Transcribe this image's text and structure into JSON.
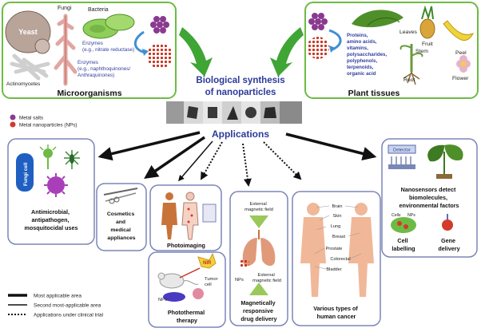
{
  "microorganisms": {
    "title": "Microorganisms",
    "yeast": "Yeast",
    "fungi": "Fungi",
    "bacteria": "Bacteria",
    "actinomycetes": "Actinomycetes",
    "enzymes_1": [
      "Enzymes",
      "(e.g., nitrate reductase)"
    ],
    "enzymes_2": [
      "Enzymes",
      "(e.g., naphthoquinones/",
      "Anthraquinones)"
    ]
  },
  "plants": {
    "title": "Plant tissues",
    "compounds": [
      "Proteins,",
      "amino acids,",
      "vitamins,",
      "polysaccharides,",
      "polyphenols,",
      "terpenoids,",
      "organic acid"
    ],
    "leaves": "Leaves",
    "fruit": "Fruit",
    "stem": "Stem",
    "peel": "Peel",
    "root": "Root",
    "flower": "Flower"
  },
  "center": {
    "title_line1": "Biological synthesis",
    "title_line2": "of nanoparticles",
    "applications": "Applications"
  },
  "legend_top": {
    "metal_salts": "Metal salts",
    "metal_nps": "Metal nanoparticles (NPs)"
  },
  "apps": {
    "antimicrobial": {
      "badge": "Fungi cell",
      "label": [
        "Antimicrobial,",
        "antipathogen,",
        "mosquitocidal uses"
      ]
    },
    "cosmetics": {
      "label": [
        "Cosmetics",
        "and",
        "medical",
        "appliances"
      ]
    },
    "photoimaging": {
      "label": "Photoimaging"
    },
    "photothermal": {
      "nir": "NIR",
      "nps": "NPs",
      "tumor": [
        "Tumor",
        "cell"
      ],
      "label": [
        "Photothermal",
        "therapy"
      ]
    },
    "magnetic": {
      "ext_top": [
        "External",
        "magnetic field"
      ],
      "nps": "NPs",
      "ext_bottom": [
        "External",
        "magnetic field"
      ],
      "label": [
        "Magnetically",
        "responsive",
        "drug delivery"
      ]
    },
    "cancer": {
      "organs": [
        "Brain",
        "Skin",
        "Lung",
        "Breast",
        "Prostate",
        "Colorectal",
        "Bladder"
      ],
      "label": [
        "Various types of",
        "human cancer"
      ]
    },
    "nanosensors": {
      "detector": "Detector",
      "label": [
        "Nanosensors detect",
        "biomolecules,",
        "environmental factors"
      ],
      "cell_labelling": [
        "Cell",
        "labelling"
      ],
      "cells_small": "Cells",
      "nps_small": "NPs",
      "gene_delivery": [
        "Gene",
        "delivery"
      ]
    }
  },
  "legend_bottom": {
    "most": "Most applicable area",
    "second": "Second most-applicable area",
    "trial": "Applications under clinical trial"
  },
  "colors": {
    "green_border": "#6dbb45",
    "blue_border": "#7b86b8",
    "title_blue": "#2b3a9a",
    "text_blue": "#3340a0",
    "arrow_green": "#3fa535",
    "salt_purple": "#8a3a8f",
    "np_red": "#d23a2c"
  }
}
